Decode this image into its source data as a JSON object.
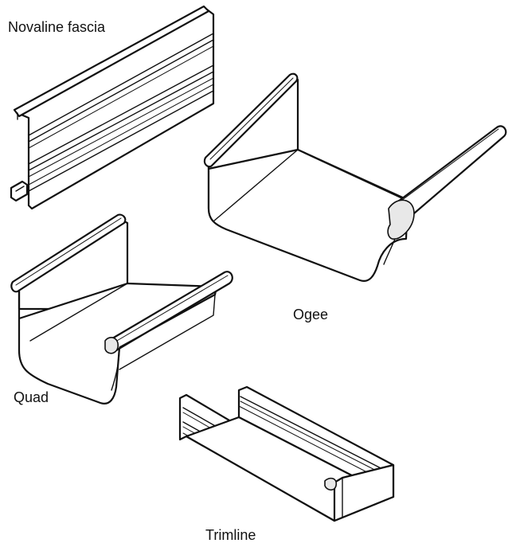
{
  "labels": {
    "novaline": "Novaline fascia",
    "ogee": "Ogee",
    "quad": "Quad",
    "trimline": "Trimline"
  },
  "colors": {
    "ink": "#111111",
    "background": "#ffffff",
    "shade": "#e8e8e8"
  }
}
